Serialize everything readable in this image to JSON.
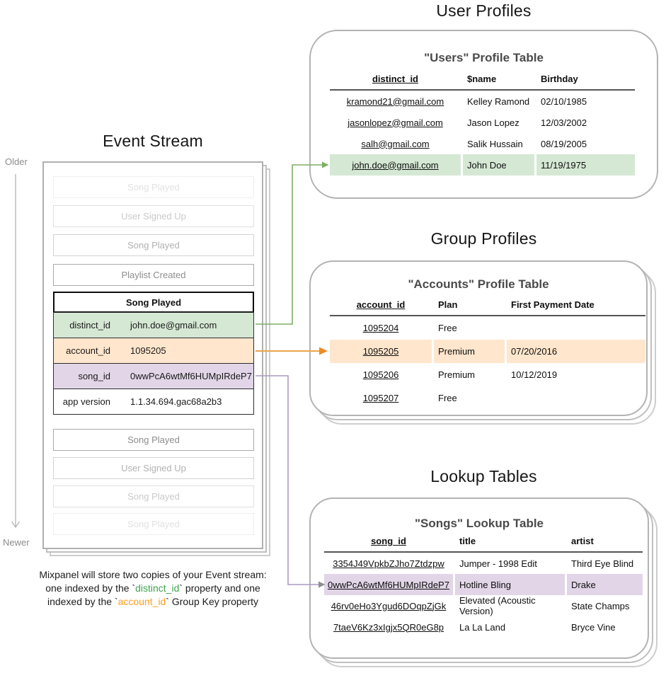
{
  "event_stream": {
    "section_title": "Event Stream",
    "timeline": {
      "older_label": "Older",
      "newer_label": "Newer"
    },
    "events_before": [
      "Song Played",
      "User Signed Up",
      "Song Played",
      "Playlist Created"
    ],
    "expanded_event": {
      "title": "Song Played",
      "properties": [
        {
          "key": "distinct_id",
          "value": "john.doe@gmail.com"
        },
        {
          "key": "account_id",
          "value": "1095205"
        },
        {
          "key": "song_id",
          "value": "0wwPcA6wtMf6HUMpIRdeP7"
        },
        {
          "key": "app version",
          "value": "1.1.34.694.gac68a2b3"
        }
      ]
    },
    "events_after": [
      "Song Played",
      "User Signed Up",
      "Song Played",
      "Song Played"
    ],
    "caption": {
      "line1": "Mixpanel will store two copies of your Event stream:",
      "line2_pre": "one indexed by the `",
      "line2_key": "distinct_id",
      "line2_post": "` property and one",
      "line3_pre": "indexed by the `",
      "line3_key": "account_id",
      "line3_post": "` Group Key property"
    }
  },
  "user_profiles": {
    "section_title": "User Profiles",
    "card_title": "\"Users\" Profile Table",
    "columns": [
      "distinct_id",
      "$name",
      "Birthday"
    ],
    "rows": [
      {
        "distinct_id": "kramond21@gmail.com",
        "name": "Kelley Ramond",
        "birthday": "02/10/1985"
      },
      {
        "distinct_id": "jasonlopez@gmail.com",
        "name": "Jason Lopez",
        "birthday": "12/03/2002"
      },
      {
        "distinct_id": "salh@gmail.com",
        "name": "Salik Hussain",
        "birthday": "08/19/2005"
      },
      {
        "distinct_id": "john.doe@gmail.com",
        "name": "John Doe",
        "birthday": "11/19/1975"
      }
    ],
    "highlighted_row_index": 3
  },
  "group_profiles": {
    "section_title": "Group Profiles",
    "card_title": "\"Accounts\" Profile Table",
    "columns": [
      "account_id",
      "Plan",
      "First Payment Date"
    ],
    "rows": [
      {
        "account_id": "1095204",
        "plan": "Free",
        "first_payment_date": ""
      },
      {
        "account_id": "1095205",
        "plan": "Premium",
        "first_payment_date": "07/20/2016"
      },
      {
        "account_id": "1095206",
        "plan": "Premium",
        "first_payment_date": "10/12/2019"
      },
      {
        "account_id": "1095207",
        "plan": "Free",
        "first_payment_date": ""
      }
    ],
    "highlighted_row_index": 1
  },
  "lookup_tables": {
    "section_title": "Lookup Tables",
    "card_title": "\"Songs\" Lookup Table",
    "columns": [
      "song_id",
      "title",
      "artist"
    ],
    "rows": [
      {
        "song_id": "3354J49VpkbZJho7Ztdzpw",
        "title": "Jumper - 1998 Edit",
        "artist": "Third Eye Blind"
      },
      {
        "song_id": "0wwPcA6wtMf6HUMpIRdeP7",
        "title": "Hotline Bling",
        "artist": "Drake"
      },
      {
        "song_id": "46rv0eHo3Ygud6DOqpZjGk",
        "title": "Elevated (Acoustic Version)",
        "artist": "State Champs"
      },
      {
        "song_id": "7taeV6Kz3xIgjx5QR0eG8p",
        "title": "La La Land",
        "artist": "Bryce Vine"
      }
    ],
    "highlighted_row_index": 1
  },
  "colors": {
    "green_fill": "#d5e8d4",
    "green_connector": "#7fae63",
    "orange_fill": "#ffe6cc",
    "orange_connector": "#eaa44c",
    "orange_arrowhead": "#f08a24",
    "purple_fill": "#e1d5e7",
    "purple_connector": "#a89ac1",
    "purple_arrowhead": "#8f8f8f",
    "caption_distinct_id": "#3fa24e",
    "caption_account_id": "#ff9d1c",
    "card_border": "#b3b3b3"
  }
}
